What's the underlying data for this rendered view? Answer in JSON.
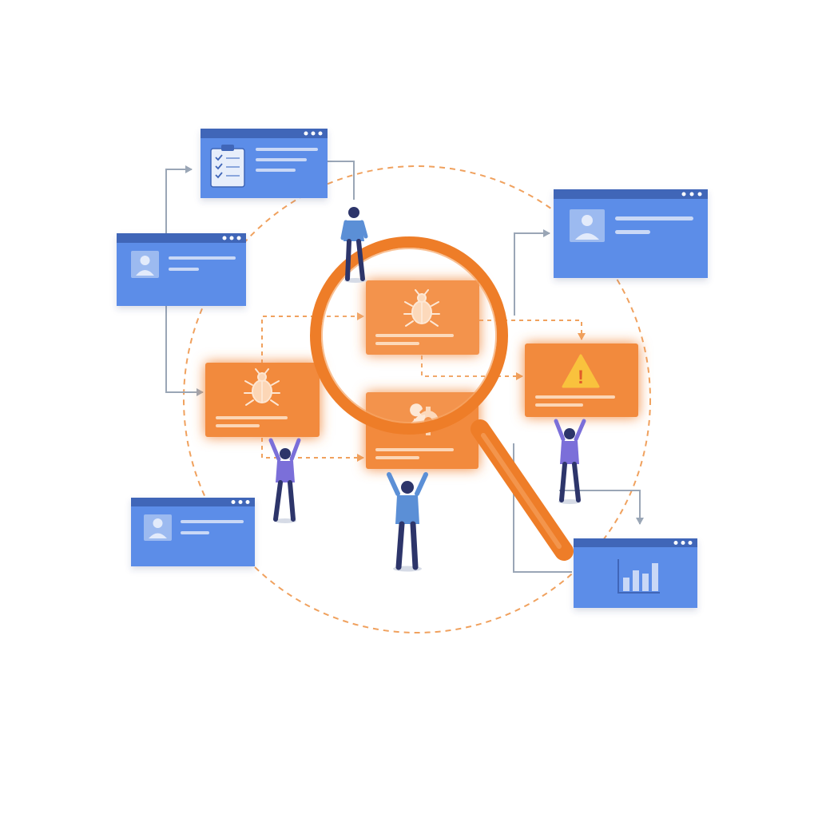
{
  "illustration": {
    "theme": "bug tracking and debugging workflow",
    "colors": {
      "background": "#ffffff",
      "blue_window": "#5b8de8",
      "blue_window_bar": "#3f66b8",
      "orange_card": "#f28a3e",
      "orange_accent": "#ee7d28",
      "connector_gray": "#9aa6b6",
      "dashed_orange": "#f0a15e",
      "warning_yellow": "#f9c23c",
      "person_blue": "#5b8fd6",
      "person_purple": "#7b6fd9",
      "person_navy": "#2d356a"
    }
  },
  "windows": [
    {
      "id": "checklist-window",
      "icon": "clipboard-checklist-icon"
    },
    {
      "id": "profile-window-left",
      "icon": "user-avatar-icon"
    },
    {
      "id": "profile-window-right",
      "icon": "user-avatar-icon"
    },
    {
      "id": "profile-window-bottom",
      "icon": "user-avatar-icon"
    },
    {
      "id": "chart-window",
      "icon": "bar-chart-icon"
    }
  ],
  "cards": [
    {
      "id": "bug-card-left",
      "icon": "bug-icon"
    },
    {
      "id": "bug-card-center",
      "icon": "bug-icon"
    },
    {
      "id": "settings-card",
      "icon": "wrench-gear-icon"
    },
    {
      "id": "warning-card",
      "icon": "warning-triangle-icon",
      "glyph": "!"
    }
  ],
  "magnifier": {
    "icon": "magnifying-glass-icon"
  },
  "people": [
    {
      "id": "person-top",
      "icon": "person-icon"
    },
    {
      "id": "person-left",
      "icon": "person-lifting-icon"
    },
    {
      "id": "person-center",
      "icon": "person-lifting-icon"
    },
    {
      "id": "person-right",
      "icon": "person-lifting-icon"
    }
  ]
}
